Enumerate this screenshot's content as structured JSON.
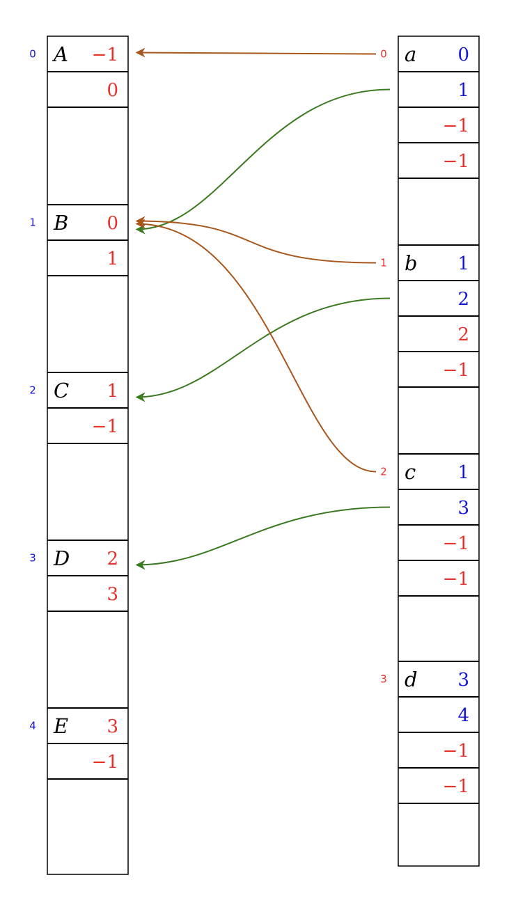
{
  "colors": {
    "red": "#e8312a",
    "blue": "#1515d8",
    "brown": "#a8561c",
    "green": "#3b7a20",
    "black": "#000000"
  },
  "left": {
    "nodes": [
      {
        "index": "0",
        "name": "A",
        "values": [
          {
            "text": "−1",
            "color": "red"
          },
          {
            "text": "0",
            "color": "red"
          }
        ]
      },
      {
        "index": "1",
        "name": "B",
        "values": [
          {
            "text": "0",
            "color": "red"
          },
          {
            "text": "1",
            "color": "red"
          }
        ]
      },
      {
        "index": "2",
        "name": "C",
        "values": [
          {
            "text": "1",
            "color": "red"
          },
          {
            "text": "−1",
            "color": "red"
          }
        ]
      },
      {
        "index": "3",
        "name": "D",
        "values": [
          {
            "text": "2",
            "color": "red"
          },
          {
            "text": "3",
            "color": "red"
          }
        ]
      },
      {
        "index": "4",
        "name": "E",
        "values": [
          {
            "text": "3",
            "color": "red"
          },
          {
            "text": "−1",
            "color": "red"
          }
        ]
      }
    ]
  },
  "right": {
    "nodes": [
      {
        "index": "0",
        "name": "a",
        "values": [
          {
            "text": "0",
            "color": "blue"
          },
          {
            "text": "1",
            "color": "blue"
          },
          {
            "text": "−1",
            "color": "red"
          },
          {
            "text": "−1",
            "color": "red"
          }
        ]
      },
      {
        "index": "1",
        "name": "b",
        "values": [
          {
            "text": "1",
            "color": "blue"
          },
          {
            "text": "2",
            "color": "blue"
          },
          {
            "text": "2",
            "color": "red"
          },
          {
            "text": "−1",
            "color": "red"
          }
        ]
      },
      {
        "index": "2",
        "name": "c",
        "values": [
          {
            "text": "1",
            "color": "blue"
          },
          {
            "text": "3",
            "color": "blue"
          },
          {
            "text": "−1",
            "color": "red"
          },
          {
            "text": "−1",
            "color": "red"
          }
        ]
      },
      {
        "index": "3",
        "name": "d",
        "values": [
          {
            "text": "3",
            "color": "blue"
          },
          {
            "text": "4",
            "color": "blue"
          },
          {
            "text": "−1",
            "color": "red"
          },
          {
            "text": "−1",
            "color": "red"
          }
        ]
      }
    ]
  },
  "arrows": [
    {
      "from_node": "a",
      "from_row": 1,
      "to_node": "A",
      "color": "brown"
    },
    {
      "from_node": "a",
      "from_row": 2,
      "to_node": "B",
      "color": "green"
    },
    {
      "from_node": "b",
      "from_row": 1,
      "to_node": "B",
      "color": "brown"
    },
    {
      "from_node": "b",
      "from_row": 2,
      "to_node": "C",
      "color": "green"
    },
    {
      "from_node": "c",
      "from_row": 1,
      "to_node": "B",
      "color": "brown"
    },
    {
      "from_node": "c",
      "from_row": 2,
      "to_node": "D",
      "color": "green"
    }
  ]
}
